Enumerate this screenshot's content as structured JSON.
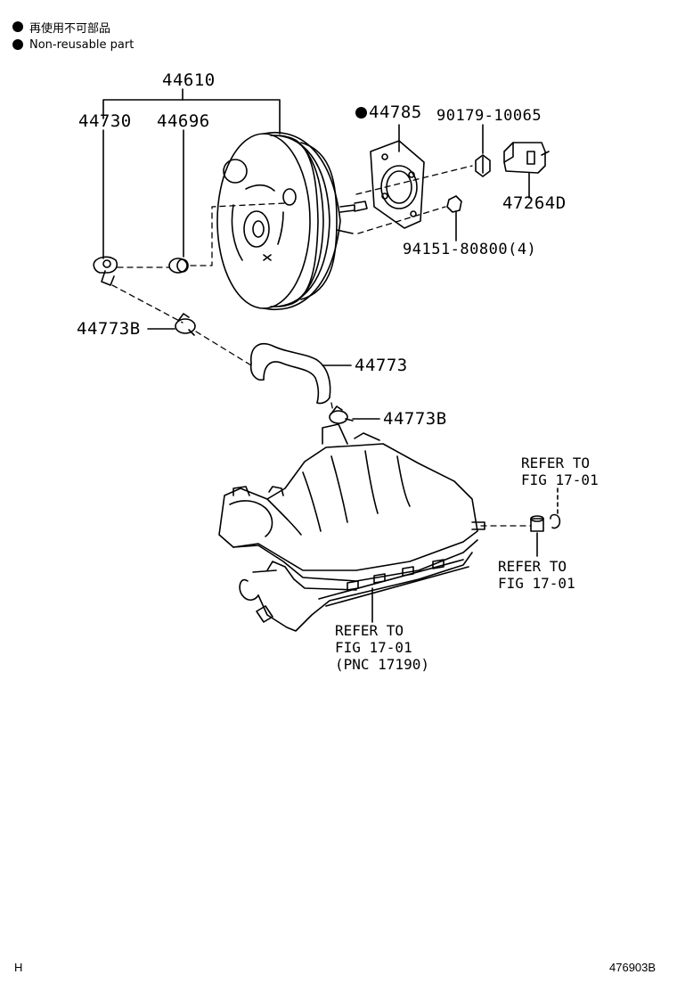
{
  "legend": {
    "items": [
      {
        "text": "再使用不可部品"
      },
      {
        "text": "Non-reusable part"
      }
    ]
  },
  "parts": {
    "p44610": "44610",
    "p44730": "44730",
    "p44696": "44696",
    "p44785": "44785",
    "p90179": "90179-10065",
    "p47264d": "47264D",
    "p94151": "94151-80800(4)",
    "p44773b_top": "44773B",
    "p44773": "44773",
    "p44773b_bottom": "44773B"
  },
  "references": {
    "ref_top_right": [
      "REFER TO",
      "FIG 17-01"
    ],
    "ref_mid_right": [
      "REFER TO",
      "FIG 17-01"
    ],
    "ref_bottom": [
      "REFER TO",
      "FIG 17-01",
      "(PNC 17190)"
    ]
  },
  "footer": {
    "left": "H",
    "right": "476903B"
  }
}
